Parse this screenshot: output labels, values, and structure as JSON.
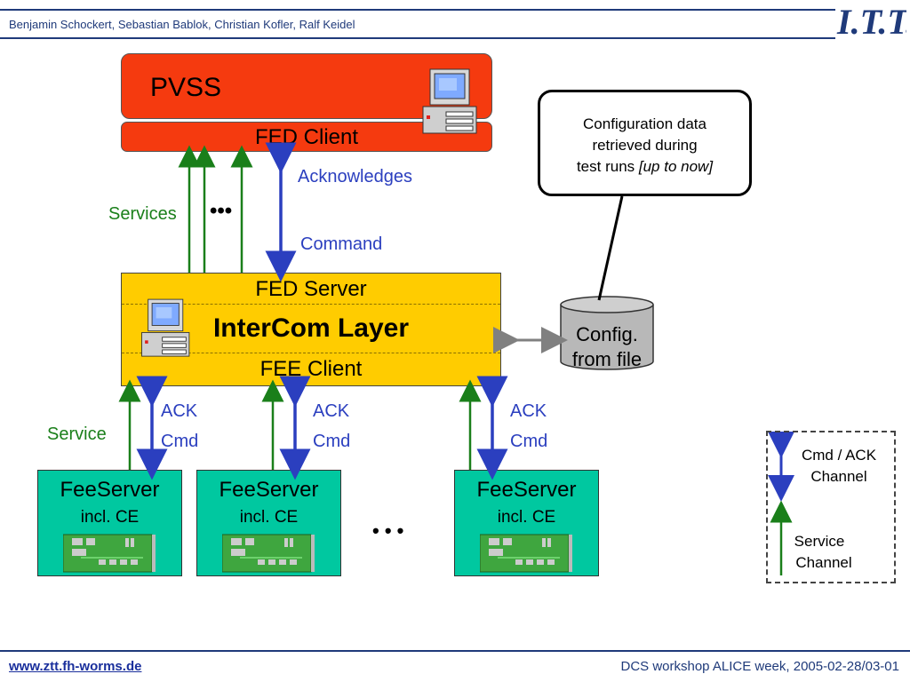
{
  "header": {
    "authors": "Benjamin Schockert, Sebastian Bablok, Christian Kofler, Ralf Keidel",
    "logo_text": "ITT"
  },
  "footer": {
    "url": "www.ztt.fh-worms.de",
    "event": "DCS workshop ALICE week, 2005-02-28/03-01"
  },
  "pvss": {
    "title": "PVSS",
    "client": "FED Client"
  },
  "labels": {
    "services": "Services",
    "services_dots": "•••",
    "acknowledges": "Acknowledges",
    "command": "Command",
    "service": "Service",
    "ack": "ACK",
    "cmd": "Cmd",
    "fee_dots": "• • •"
  },
  "intercom": {
    "server": "FED Server",
    "layer": "InterCom Layer",
    "client": "FEE Client"
  },
  "callout": {
    "line1": "Configuration data",
    "line2": "retrieved during",
    "line3_prefix": "test runs ",
    "line3_italic": "[up to now]"
  },
  "config": {
    "line1": "Config.",
    "line2": "from file"
  },
  "feeservers": [
    {
      "title": "FeeServer",
      "subtitle": "incl. CE"
    },
    {
      "title": "FeeServer",
      "subtitle": "incl. CE"
    },
    {
      "title": "FeeServer",
      "subtitle": "incl. CE"
    }
  ],
  "legend": {
    "cmd_line1": "Cmd / ACK",
    "cmd_line2": "Channel",
    "svc_line1": "Service",
    "svc_line2": "Channel"
  },
  "colors": {
    "pvss": "#f53a0f",
    "intercom": "#ffcc00",
    "feeserver": "#00c8a0",
    "green": "#1a7f1a",
    "blue": "#2b3fbf"
  }
}
